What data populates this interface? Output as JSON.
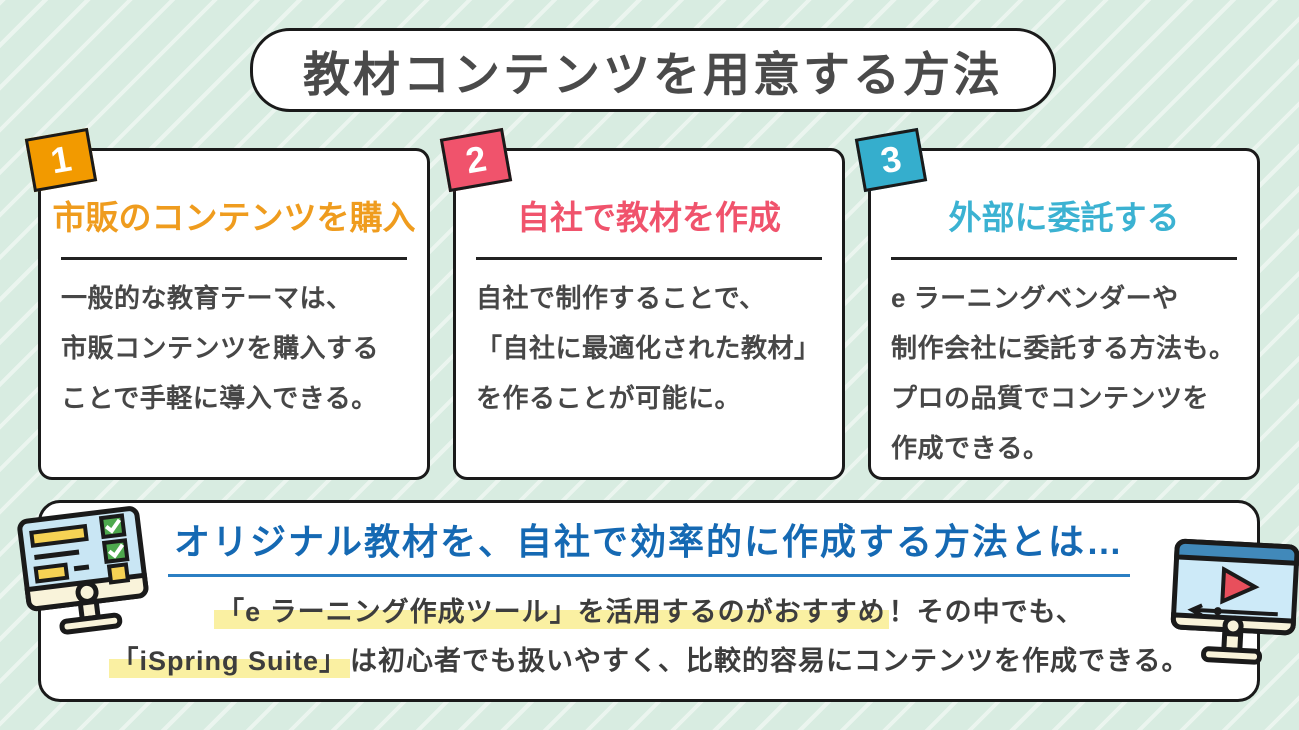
{
  "page": {
    "background_base_color": "#d8ece1",
    "background_stripe_color": "#ebf5ef",
    "border_color": "#1a1a1a"
  },
  "title": {
    "text": "教材コンテンツを用意する方法",
    "text_color": "#4a4a4a"
  },
  "cards": [
    {
      "number": "1",
      "badge_color": "#f29a00",
      "title": "市販のコンテンツを購入",
      "title_color": "#ef9c1e",
      "body_lines": [
        "一般的な教育テーマは、",
        "市販コンテンツを購入する",
        "ことで手軽に導入できる。"
      ]
    },
    {
      "number": "2",
      "badge_color": "#f0536c",
      "title": "自社で教材を作成",
      "title_color": "#f0536c",
      "body_lines": [
        "自社で制作することで、",
        "「自社に最適化された教材」",
        "を作ることが可能に。"
      ]
    },
    {
      "number": "3",
      "badge_color": "#35aecd",
      "title": "外部に委託する",
      "title_color": "#3bb2d2",
      "body_lines": [
        "e ラーニングベンダーや",
        "制作会社に委託する方法も。",
        "プロの品質でコンテンツを",
        "作成できる。"
      ]
    }
  ],
  "bottom": {
    "heading": "オリジナル教材を、自社で効率的に作成する方法とは…",
    "heading_color": "#1569b3",
    "underline_color": "#2b7fc3",
    "line1_highlight": "「e ラーニング作成ツール」を活用するのがおすすめ",
    "line1_rest": "！その中でも、",
    "line2_highlight": "「iSpring Suite」",
    "line2_rest": "は初心者でも扱いやすく、比較的容易にコンテンツを作成できる。",
    "highlight_color": "#faf0a2",
    "left_icon": "checklist-monitor-icon",
    "right_icon": "video-monitor-icon"
  }
}
